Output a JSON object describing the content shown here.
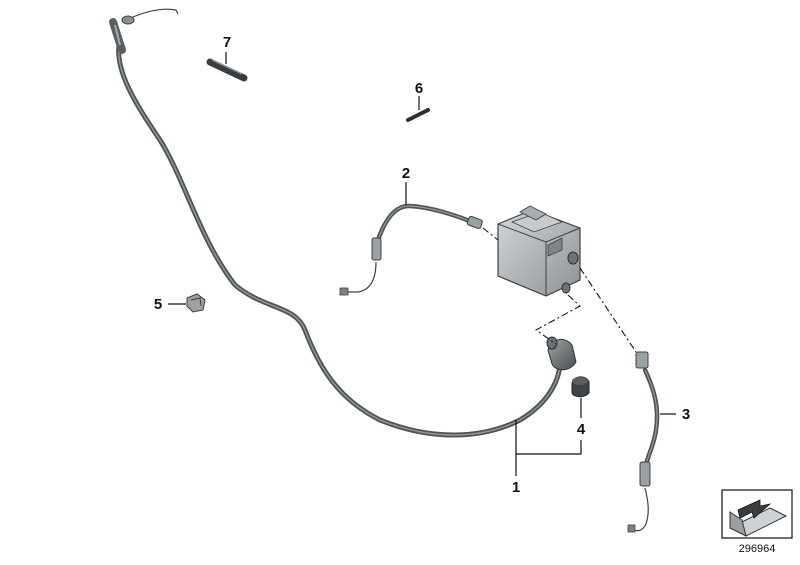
{
  "diagram": {
    "reference_number": "296964",
    "callouts": {
      "c1": "1",
      "c2": "2",
      "c3": "3",
      "c4": "4",
      "c5": "5",
      "c6": "6",
      "c7": "7"
    },
    "parts": [
      {
        "callout": "1",
        "name": "long-cable-with-elbow"
      },
      {
        "callout": "2",
        "name": "short-cable"
      },
      {
        "callout": "3",
        "name": "lower-cable"
      },
      {
        "callout": "4",
        "name": "rubber-cap"
      },
      {
        "callout": "5",
        "name": "clip"
      },
      {
        "callout": "6",
        "name": "small-strip"
      },
      {
        "callout": "7",
        "name": "cable-tie"
      }
    ],
    "colors": {
      "cable": "#555a5c",
      "cable_highlight": "#9aa0a2",
      "unit_body": "#b9bdc0",
      "unit_dark": "#7b8084",
      "background": "#ffffff"
    }
  }
}
